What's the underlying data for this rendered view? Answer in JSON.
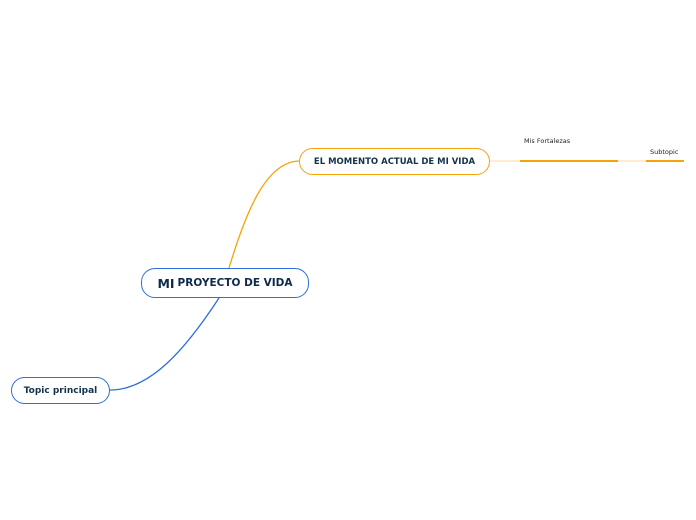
{
  "mindmap": {
    "central": {
      "prefix": "MI",
      "rest": "PROYECTO DE VIDA"
    },
    "main_topics": [
      {
        "label": "EL MOMENTO ACTUAL DE MI VIDA",
        "color": "#f5a30a"
      },
      {
        "label": "Topic principal",
        "color": "#2d6fdc"
      }
    ],
    "subtopics": [
      {
        "label": "Mis Fortalezas",
        "color": "#f5a30a"
      },
      {
        "label": "Subtopic",
        "color": "#f5a30a"
      }
    ]
  }
}
